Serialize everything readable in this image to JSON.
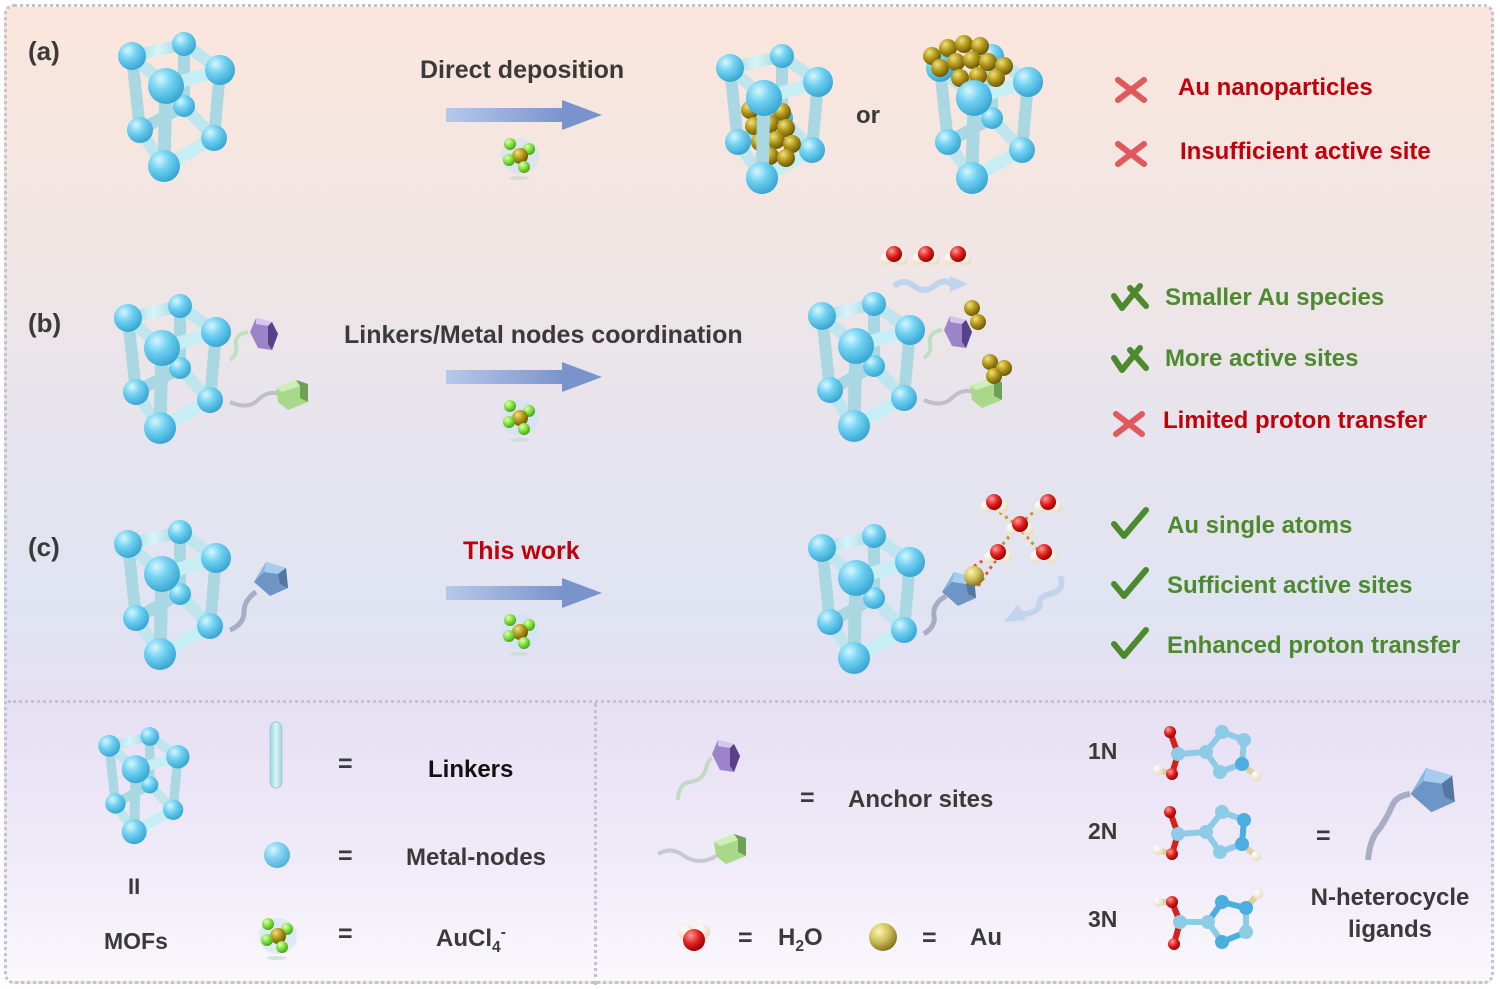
{
  "rows": [
    {
      "label": "(a)",
      "method": "Direct deposition",
      "method_color": "#3a3a3a",
      "connector": "or",
      "outcomes": [
        {
          "status": "cross",
          "text": "Au nanoparticles"
        },
        {
          "status": "cross",
          "text": "Insufficient active site"
        }
      ]
    },
    {
      "label": "(b)",
      "method": "Linkers/Metal nodes coordination",
      "method_color": "#3a3a3a",
      "outcomes": [
        {
          "status": "partial-check",
          "text": "Smaller Au species"
        },
        {
          "status": "partial-check",
          "text": "More active sites"
        },
        {
          "status": "cross",
          "text": "Limited proton transfer"
        }
      ]
    },
    {
      "label": "(c)",
      "method": "This work",
      "method_color": "#c0000b",
      "outcomes": [
        {
          "status": "check",
          "text": "Au single atoms"
        },
        {
          "status": "check",
          "text": "Sufficient active sites"
        },
        {
          "status": "check",
          "text": "Enhanced proton transfer"
        }
      ]
    }
  ],
  "legend": {
    "equals": "=",
    "mofs_equiv": "II",
    "mofs": "MOFs",
    "linkers": "Linkers",
    "metal_nodes": "Metal-nodes",
    "aucl4_base": "AuCl",
    "aucl4_sub": "4",
    "aucl4_sup": "-",
    "anchor_sites": "Anchor sites",
    "h2o_h": "H",
    "h2o_sub": "2",
    "h2o_o": "O",
    "au": "Au",
    "ligand_1n": "1N",
    "ligand_2n": "2N",
    "ligand_3n": "3N",
    "n_heterocycle_line1": "N-heterocycle",
    "n_heterocycle_line2": "ligands"
  },
  "colors": {
    "cross": "#e0595c",
    "check": "#4d8a2e",
    "red_text": "#c0000b",
    "green_text": "#4d8a2e",
    "node": "#6fd0f0",
    "linker": "#b4e4ee",
    "gold": "#b59a1c",
    "chloride": "#7fe03a",
    "arrow": "#7f98d0"
  }
}
